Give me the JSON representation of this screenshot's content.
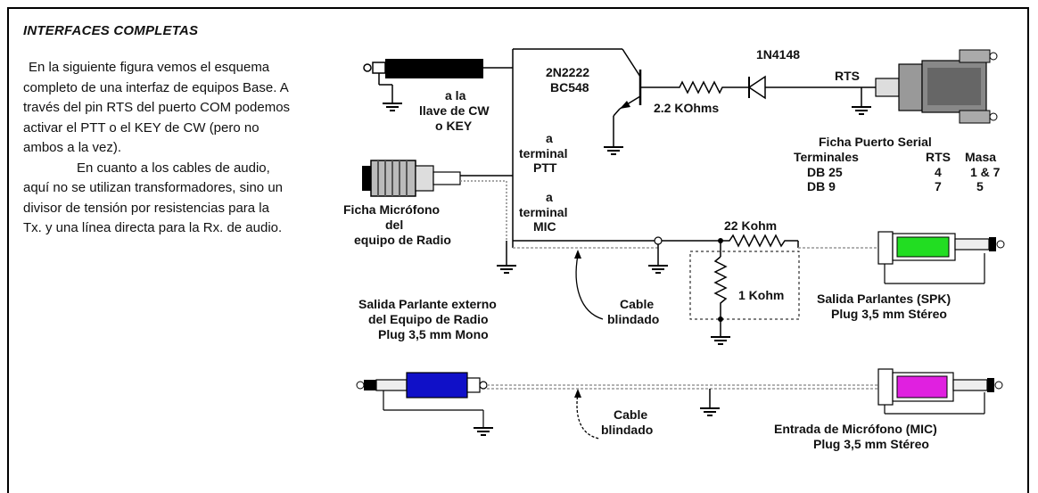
{
  "text": {
    "heading": "INTERFACES COMPLETAS",
    "para1": "En la siguiente figura vemos el esquema completo de una interfaz de equipos Base. A través del pin RTS del puerto COM podemos activar el PTT o el KEY de CW (pero no ambos a la vez).",
    "para2": "En cuanto a los cables de audio, aquí no se utilizan transformadores, sino un divisor de tensión por resistencias para la Tx. y una línea directa para la Rx. de audio."
  },
  "diagram": {
    "transistor_1": "2N2222",
    "transistor_2": "BC548",
    "diode": "1N4148",
    "rts": "RTS",
    "resistor_base": "2.2 KOhms",
    "key_1": "a la",
    "key_2": "llave de CW",
    "key_3": "o KEY",
    "ptt_1": "a",
    "ptt_2": "terminal",
    "ptt_3": "PTT",
    "mic_term_1": "a",
    "mic_term_2": "terminal",
    "mic_term_3": "MIC",
    "mic_plug_1": "Ficha Micrófono",
    "mic_plug_2": "del",
    "mic_plug_3": "equipo de Radio",
    "serial_title": "Ficha Puerto Serial",
    "serial_h1": "Terminales",
    "serial_h2": "RTS",
    "serial_h3": "Masa",
    "serial_r1c1": "DB 25",
    "serial_r1c2": "4",
    "serial_r1c3": "1 & 7",
    "serial_r2c1": "DB  9",
    "serial_r2c2": "7",
    "serial_r2c3": "5",
    "res_22k": "22 Kohm",
    "res_1k": "1 Kohm",
    "cable1_1": "Cable",
    "cable1_2": "blindado",
    "cable2_1": "Cable",
    "cable2_2": "blindado",
    "spk_ext_1": "Salida Parlante externo",
    "spk_ext_2": "del Equipo de Radio",
    "spk_ext_3": "Plug 3,5 mm Mono",
    "spk_out_1": "Salida Parlantes (SPK)",
    "spk_out_2": "Plug 3,5 mm Stéreo",
    "mic_in_1": "Entrada de Micrófono (MIC)",
    "mic_in_2": "Plug 3,5 mm Stéreo"
  },
  "colors": {
    "spk_plug": "#22dd22",
    "mono_plug": "#1010c8",
    "mic_plug": "#e020e0"
  }
}
